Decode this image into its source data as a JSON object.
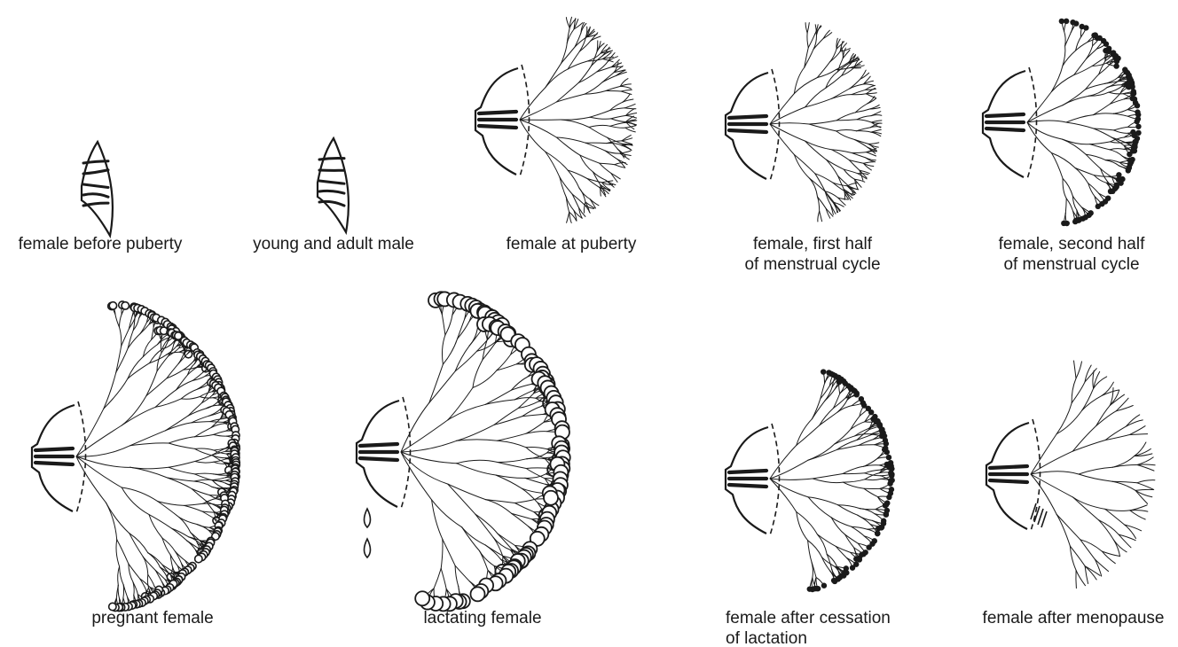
{
  "figure": {
    "colors": {
      "ink": "#1a1a1a",
      "background": "#ffffff"
    },
    "stages": [
      {
        "id": "female-before-puberty",
        "caption": [
          "female before puberty"
        ]
      },
      {
        "id": "young-and-adult-male",
        "caption": [
          "young and adult male"
        ]
      },
      {
        "id": "female-at-puberty",
        "caption": [
          "female at puberty"
        ]
      },
      {
        "id": "female-first-half-menstrual-cycle",
        "caption": [
          "female, first half",
          "of menstrual cycle"
        ]
      },
      {
        "id": "female-second-half-menstrual-cycle",
        "caption": [
          "female, second half",
          "of menstrual cycle"
        ]
      },
      {
        "id": "pregnant-female",
        "caption": [
          "pregnant female"
        ]
      },
      {
        "id": "lactating-female",
        "caption": [
          "lactating female"
        ]
      },
      {
        "id": "female-after-cessation-of-lactation",
        "caption": [
          "female after cessation",
          "of lactation"
        ]
      },
      {
        "id": "female-after-menopause",
        "caption": [
          "female after menopause"
        ]
      }
    ]
  }
}
